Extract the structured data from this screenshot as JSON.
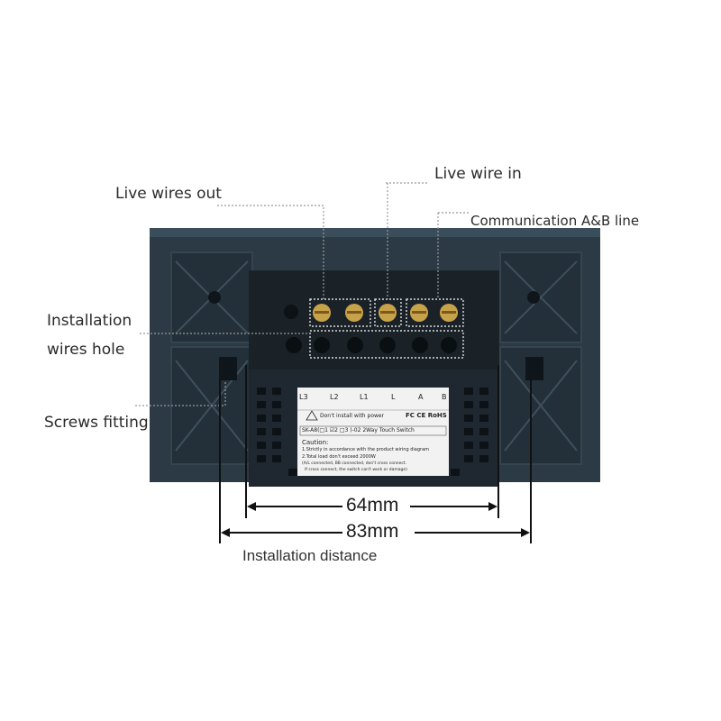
{
  "labels": {
    "live_wires_out": "Live wires out",
    "live_wire_in": "Live wire in",
    "communication": "Communication A&B line",
    "installation_1": "Installation",
    "installation_2": "wires hole",
    "screws": "Screws fitting"
  },
  "dimensions": {
    "inner": "64mm",
    "outer": "83mm",
    "caption": "Installation distance"
  },
  "terminal_labels": [
    "L3",
    "L2",
    "L1",
    "L",
    "A",
    "B"
  ],
  "product_label": {
    "warning": "Don't install with power",
    "cert": "FC CE RoHS",
    "model": "SK-A8(□1 ☑2 □3 )-02  2Way Touch Switch",
    "caution_title": "Caution:",
    "caution_1": "1.Strictly in accordance with the product wiring diagram",
    "caution_2": "2.Total load don't exceed 2000W",
    "caution_3": "(A/L connected, BB connected, don't cross connect.",
    "caution_4": "If cross connect, the switch can't work or damage)"
  },
  "colors": {
    "panel": "#2b3a44",
    "body": "#1f2830",
    "terminal": "#c8a24a"
  }
}
